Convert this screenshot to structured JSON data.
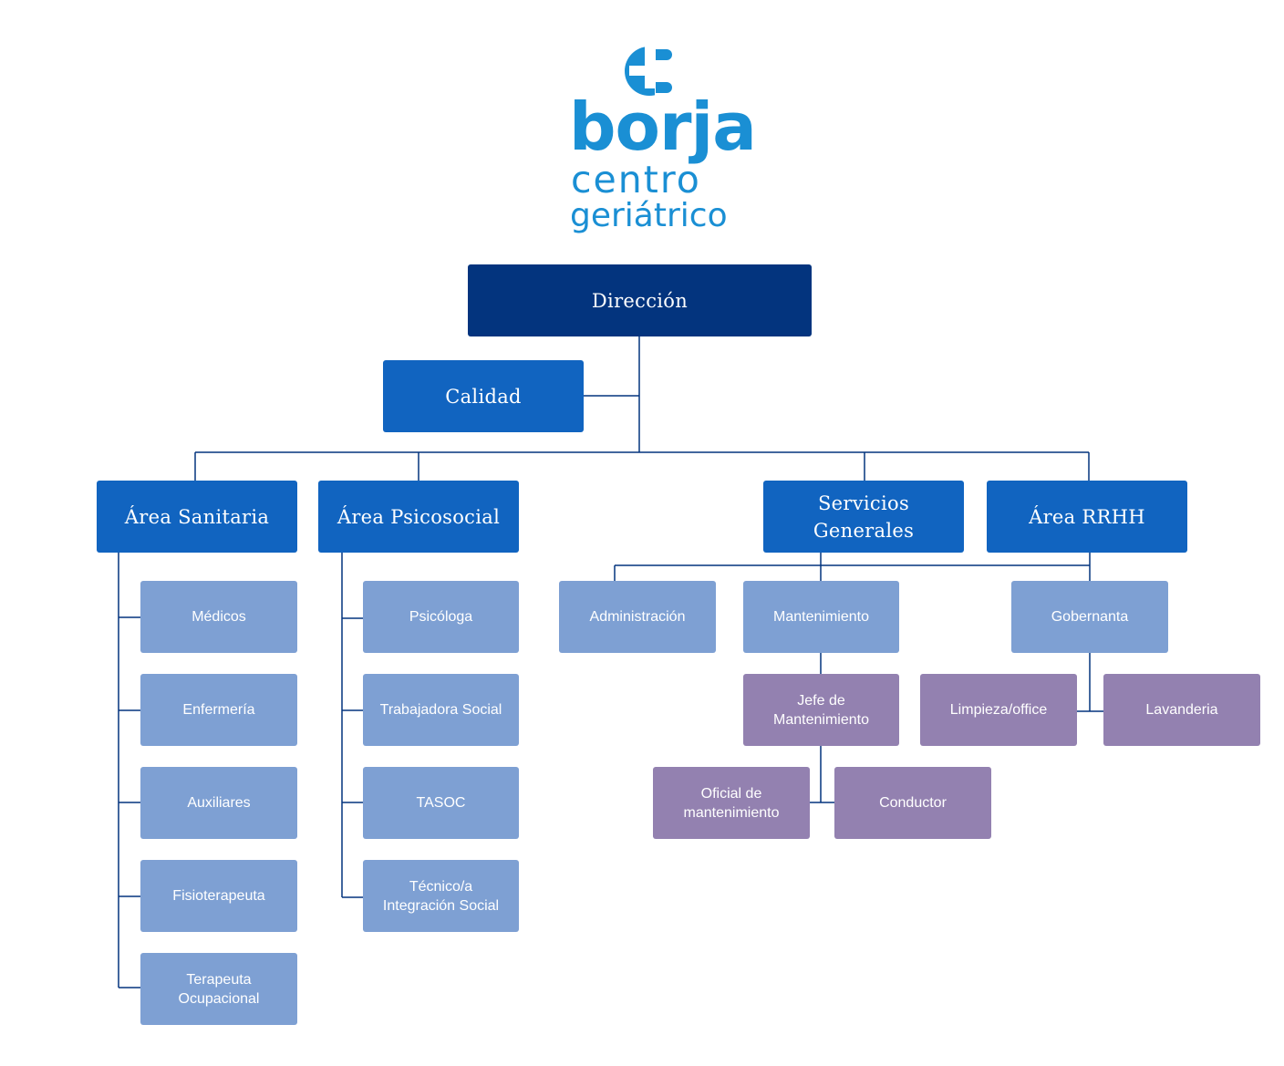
{
  "logo": {
    "icon": "plus-in-circle-icon",
    "line1": "borja",
    "line2": "centro",
    "line3": "geriátrico",
    "color": "#1a8fd4"
  },
  "colors": {
    "direction": "#03347e",
    "department": "#1164c0",
    "unit": "#7ea0d3",
    "subunit": "#9381b0",
    "connector": "#03347e"
  },
  "org": {
    "direccion": "Dirección",
    "calidad": "Calidad",
    "area_sanitaria": {
      "label": "Área Sanitaria",
      "children": [
        "Médicos",
        "Enfermería",
        "Auxiliares",
        "Fisioterapeuta",
        "Terapeuta\nOcupacional"
      ]
    },
    "area_psicosocial": {
      "label": "Área Psicosocial",
      "children": [
        "Psicóloga",
        "Trabajadora Social",
        "TASOC",
        "Técnico/a\nIntegración Social"
      ]
    },
    "servicios_generales": {
      "label": "Servicios\nGenerales",
      "administracion": "Administración",
      "mantenimiento": "Mantenimiento",
      "jefe_mantenimiento": "Jefe de\nMantenimiento",
      "oficial_mantenimiento": "Oficial de\nmantenimiento",
      "conductor": "Conductor"
    },
    "area_rrhh": {
      "label": "Área RRHH",
      "gobernanta": "Gobernanta",
      "limpieza": "Limpieza/office",
      "lavanderia": "Lavanderia"
    }
  }
}
